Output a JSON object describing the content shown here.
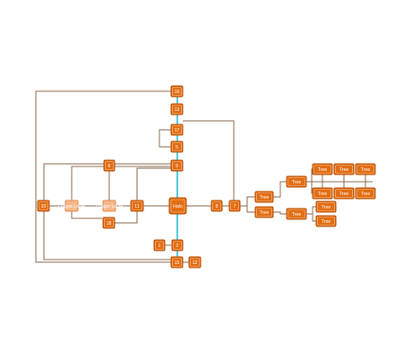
{
  "diagram": {
    "nodes": {
      "n10top": "10",
      "n13": "13",
      "n17": "17",
      "n5": "5",
      "n9": "9",
      "n6": "6",
      "n10left": "10",
      "longer1": "Longer Label",
      "longer2": "Longer Label",
      "n11": "11",
      "n18": "18",
      "halo": "Halo",
      "n8": "8",
      "n7": "7",
      "n1": "1",
      "n2": "2",
      "n15": "15",
      "n12": "12",
      "treeA": "Tree",
      "treeB": "Tree",
      "treeC": "Tree",
      "treeD": "Tree",
      "treeE1": "Tree",
      "treeE2": "Tree",
      "treeE3": "Tree",
      "treeF1": "Tree",
      "treeF2": "Tree",
      "treeF3": "Tree",
      "treeG1": "Tree",
      "treeG2": "Tree"
    },
    "highlight_color": "#27b7d8",
    "node_color": "#e36d13",
    "edge_color": "#8a6a4d"
  }
}
